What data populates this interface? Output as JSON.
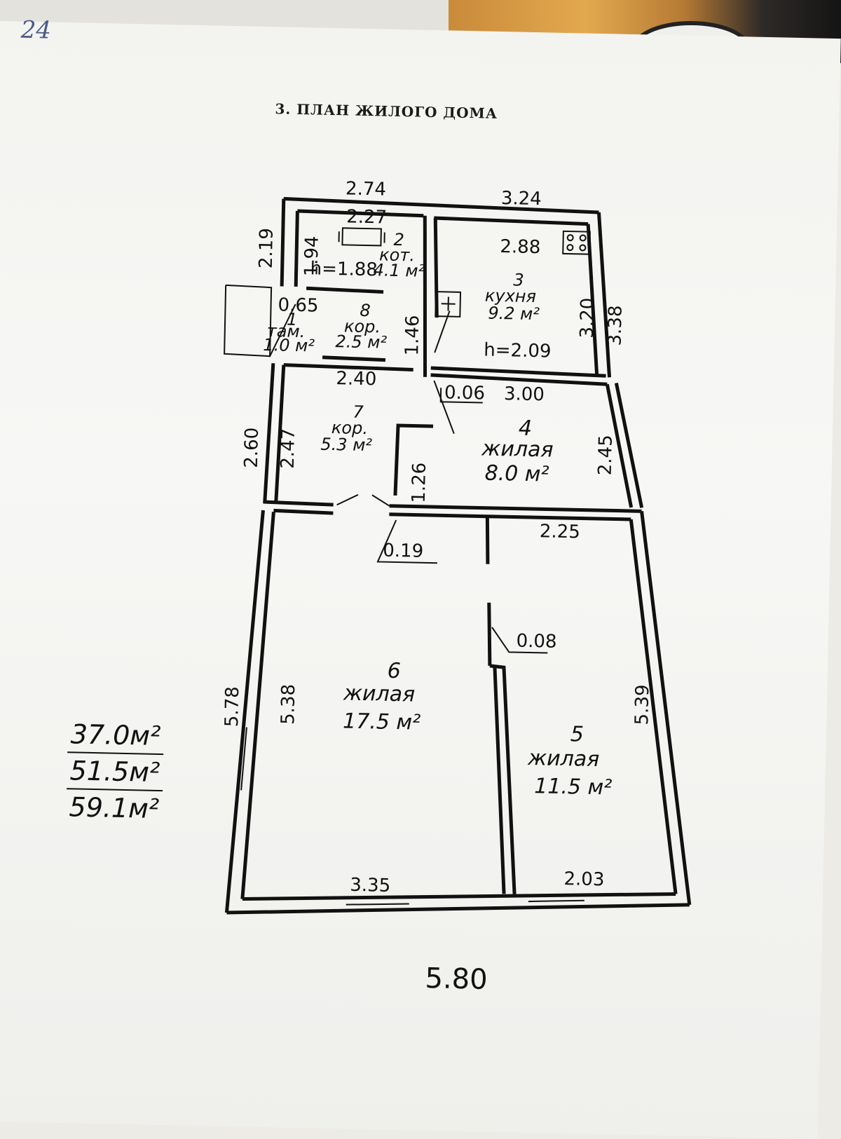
{
  "corner_note": "24",
  "title": "3. ПЛАН ЖИЛОГО ДОМА",
  "dimensions": {
    "top_left": "2.74",
    "top_right": "3.24",
    "left_upper": "2.19",
    "room2_inner_width": "2.27",
    "room2_inner_height": "1.94",
    "room2_ceiling": "h=1.88",
    "room3_width": "2.88",
    "room3_height_inner": "3.20",
    "room3_height_outer": "3.38",
    "room3_ceiling": "h=2.09",
    "corridor8_height": "1.46",
    "room1_width": "0.65",
    "room7_width": "2.40",
    "room7_outer_height": "2.60",
    "room7_inner_height": "2.47",
    "wall_offset_a": "0.06",
    "room4_width": "3.00",
    "room4_height": "2.45",
    "partition_1": "1.26",
    "wall_offset_b": "0.19",
    "room5_upper_width": "2.25",
    "wall_offset_c": "0.08",
    "left_outer_lower": "5.78",
    "room6_height": "5.38",
    "room5_height": "5.39",
    "room6_bottom_width": "3.35",
    "room5_bottom_width": "2.03",
    "overall_width": "5.80"
  },
  "rooms": [
    {
      "number": "1",
      "name": "там.",
      "area": "1.0 м²"
    },
    {
      "number": "2",
      "name": "кот.",
      "area": "4.1 м²"
    },
    {
      "number": "3",
      "name": "кухня",
      "area": "9.2 м²"
    },
    {
      "number": "4",
      "name": "жилая",
      "area": "8.0 м²"
    },
    {
      "number": "5",
      "name": "жилая",
      "area": "11.5 м²"
    },
    {
      "number": "6",
      "name": "жилая",
      "area": "17.5 м²"
    },
    {
      "number": "7",
      "name": "кор.",
      "area": "5.3 м²"
    },
    {
      "number": "8",
      "name": "кор.",
      "area": "2.5 м²"
    }
  ],
  "area_summary": {
    "living": "37.0м²",
    "usable": "51.5м²",
    "total": "59.1м²"
  }
}
